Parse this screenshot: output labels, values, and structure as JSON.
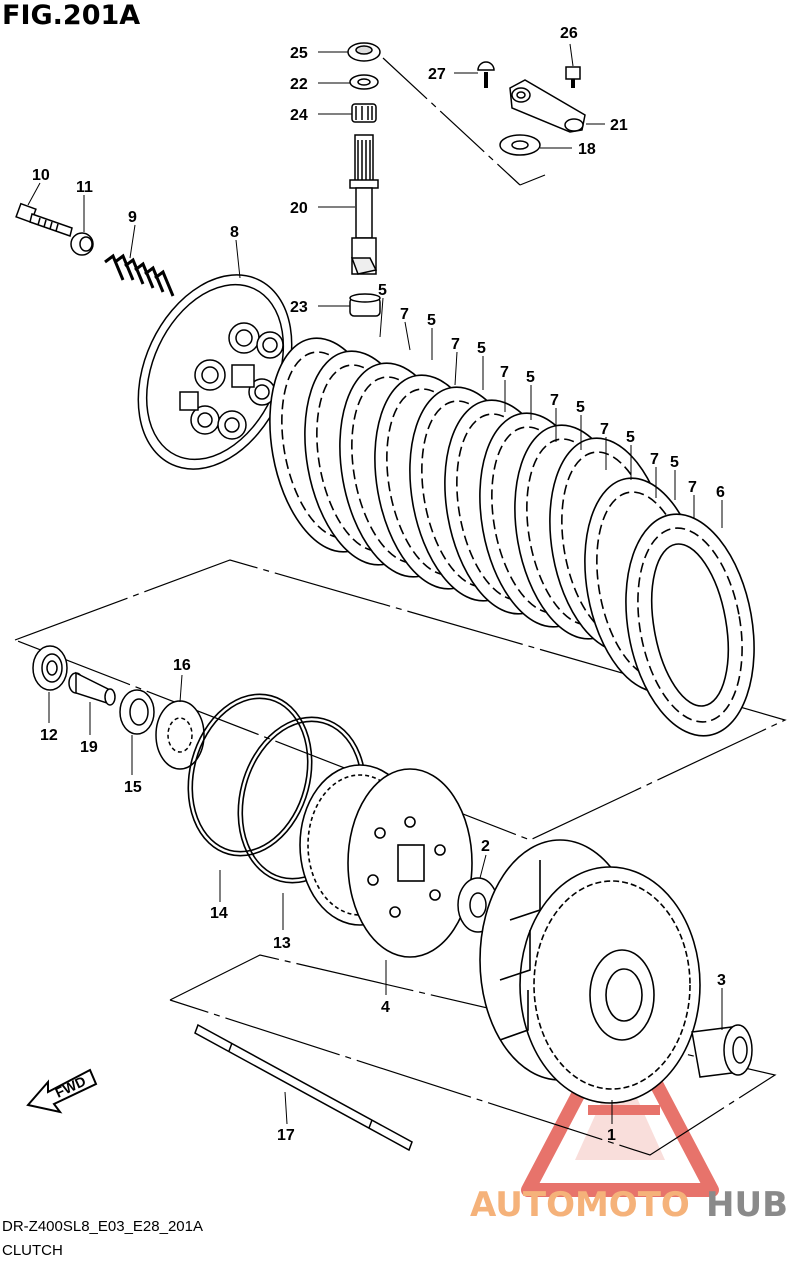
{
  "figure": {
    "title": "FIG.201A",
    "code": "DR-Z400SL8_E03_E28_201A",
    "name": "CLUTCH"
  },
  "callouts": [
    "1",
    "2",
    "3",
    "4",
    "5",
    "6",
    "7",
    "8",
    "9",
    "10",
    "11",
    "12",
    "13",
    "14",
    "15",
    "16",
    "17",
    "18",
    "19",
    "20",
    "21",
    "22",
    "23",
    "24",
    "25",
    "26",
    "27"
  ],
  "fwd_label": "FWD",
  "watermark": {
    "part1": "AUTOMOTO",
    "part2": "HUB",
    "color1": "#f5b27a",
    "color2": "#8a8a8a",
    "triangle_color": "#e0453a"
  }
}
